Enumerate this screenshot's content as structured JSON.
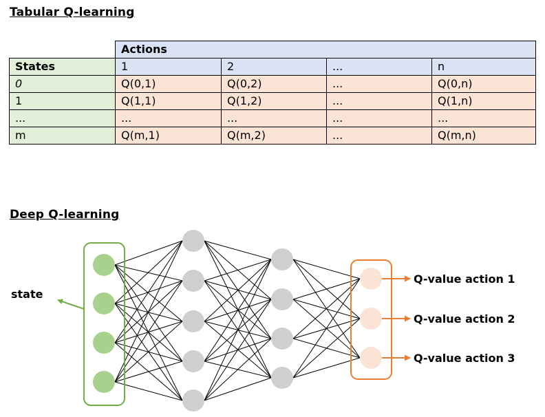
{
  "tabular": {
    "title": "Tabular Q-learning",
    "actions_header": "Actions",
    "states_header": "States",
    "action_columns": [
      "1",
      "2",
      "...",
      "n"
    ],
    "rows": [
      {
        "state": "0",
        "values": [
          "Q(0,1)",
          "Q(0,2)",
          "...",
          "Q(0,n)"
        ]
      },
      {
        "state": "1",
        "values": [
          "Q(1,1)",
          "Q(1,2)",
          "...",
          "Q(1,n)"
        ]
      },
      {
        "state": "...",
        "values": [
          "...",
          "...",
          "...",
          "..."
        ]
      },
      {
        "state": "m",
        "values": [
          "Q(m,1)",
          "Q(m,2)",
          "...",
          "Q(m,n)"
        ]
      }
    ],
    "colors": {
      "actions": "#dae3f3",
      "states": "#e2efd9",
      "q_values": "#fbe4d5"
    }
  },
  "deep": {
    "title": "Deep Q-learning",
    "input_label": "state",
    "layers": [
      {
        "name": "input",
        "neurons": 4,
        "color": "#a9d18e"
      },
      {
        "name": "hidden-1",
        "neurons": 5,
        "color": "#d0cece"
      },
      {
        "name": "hidden-2",
        "neurons": 4,
        "color": "#d0cece"
      },
      {
        "name": "output",
        "neurons": 3,
        "color": "#fbe4d5"
      }
    ],
    "input_box_color": "#70ad47",
    "output_box_color": "#ed7d31",
    "output_labels": [
      "Q-value action 1",
      "Q-value action 2",
      "Q-value action 3"
    ]
  }
}
